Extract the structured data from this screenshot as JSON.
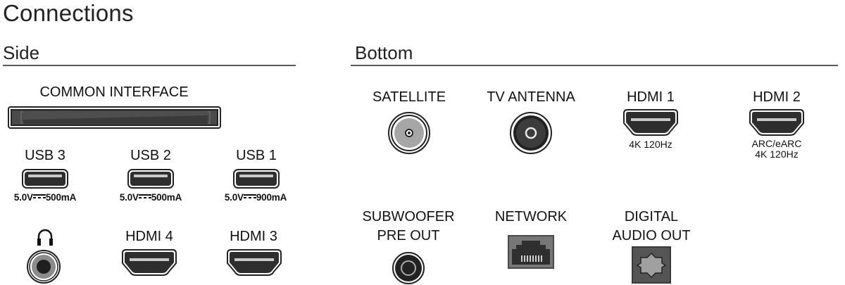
{
  "page": {
    "title": "Connections"
  },
  "side": {
    "heading": "Side",
    "common_interface": {
      "label": "COMMON INTERFACE",
      "icon": "ci-slot-icon"
    },
    "usb": [
      {
        "label": "USB 3",
        "voltage": "5.0V",
        "current": "500mA",
        "icon": "usb-port-icon"
      },
      {
        "label": "USB 2",
        "voltage": "5.0V",
        "current": "500mA",
        "icon": "usb-port-icon"
      },
      {
        "label": "USB 1",
        "voltage": "5.0V",
        "current": "900mA",
        "icon": "usb-port-icon"
      }
    ],
    "headphone": {
      "icon": "headphone-icon",
      "jack_icon": "audio-jack-icon"
    },
    "hdmi": [
      {
        "label": "HDMI 4",
        "icon": "hdmi-port-icon"
      },
      {
        "label": "HDMI 3",
        "icon": "hdmi-port-icon"
      }
    ]
  },
  "bottom": {
    "heading": "Bottom",
    "satellite": {
      "label": "SATELLITE",
      "icon": "satellite-connector-icon"
    },
    "tv_antenna": {
      "label": "TV ANTENNA",
      "icon": "antenna-connector-icon"
    },
    "hdmi1": {
      "label": "HDMI 1",
      "note_lines": [
        "4K 120Hz"
      ],
      "icon": "hdmi-port-icon"
    },
    "hdmi2": {
      "label": "HDMI 2",
      "note_lines": [
        "ARC/eARC",
        "4K 120Hz"
      ],
      "icon": "hdmi-port-icon"
    },
    "subwoofer": {
      "label_lines": [
        "SUBWOOFER",
        "PRE OUT"
      ],
      "icon": "subwoofer-jack-icon"
    },
    "network": {
      "label": "NETWORK",
      "icon": "ethernet-port-icon"
    },
    "digital_audio": {
      "label_lines": [
        "DIGITAL",
        "AUDIO OUT"
      ],
      "icon": "optical-port-icon"
    }
  },
  "colors": {
    "port_dark": "#2b2b2b",
    "port_mid": "#555555",
    "port_light": "#a8a8a8",
    "divider": "#5a5a5a"
  }
}
